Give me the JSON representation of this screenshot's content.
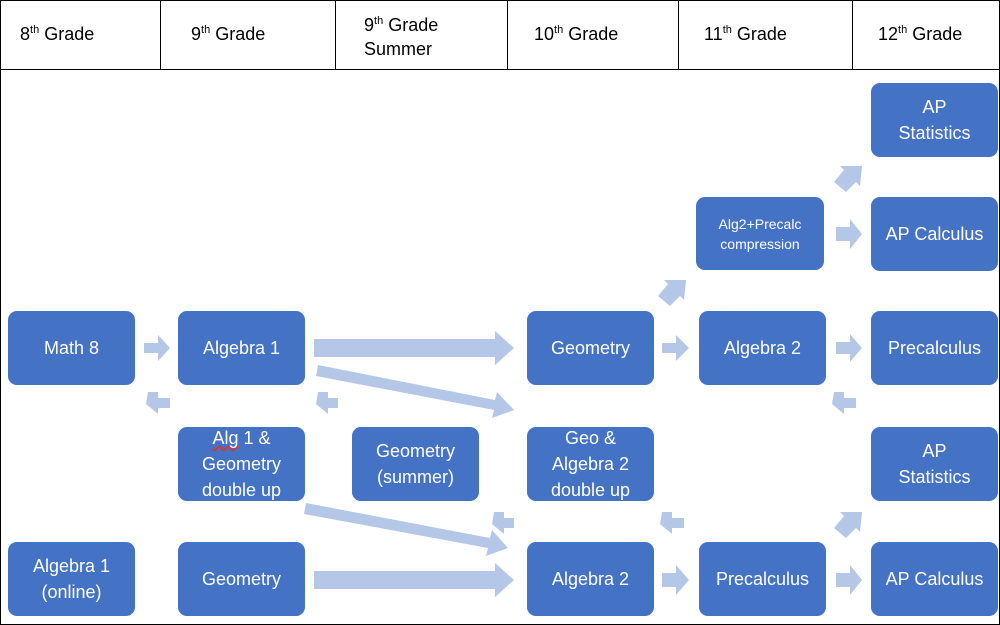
{
  "header": {
    "col1": {
      "num": "8",
      "sup": "th",
      "rest": " Grade"
    },
    "col2": {
      "num": "9",
      "sup": "th",
      "rest": " Grade"
    },
    "col3": {
      "num": "9",
      "sup": "th",
      "rest": " Grade",
      "line2": "Summer"
    },
    "col4": {
      "num": "10",
      "sup": "th",
      "rest": " Grade"
    },
    "col5": {
      "num": "11",
      "sup": "th",
      "rest": " Grade"
    },
    "col6": {
      "num": "12",
      "sup": "th",
      "rest": " Grade"
    }
  },
  "boxes": {
    "math8": "Math 8",
    "algebra1": "Algebra 1",
    "alg1_geo_a": "Alg",
    "alg1_geo_b": " 1 &",
    "alg1_geo_c": "Geometry\ndouble up",
    "geometry_summer": "Geometry\n(summer)",
    "geometry10": "Geometry",
    "geo_alg2": "Geo &\nAlgebra 2\ndouble up",
    "algebra1_online": "Algebra 1\n(online)",
    "geometry9": "Geometry",
    "algebra2_10": "Algebra 2",
    "alg2_precalc": "Alg2+Precalc\ncompression",
    "algebra2_11": "Algebra 2",
    "precalc_11": "Precalculus",
    "ap_stats_top": "AP\nStatistics",
    "ap_calc_top": "AP Calculus",
    "precalc_12": "Precalculus",
    "ap_stats_mid": "AP\nStatistics",
    "ap_calc_bottom": "AP Calculus"
  },
  "colors": {
    "box": "#4472c4",
    "arrow": "#b4c7e7",
    "border": "#000000"
  }
}
